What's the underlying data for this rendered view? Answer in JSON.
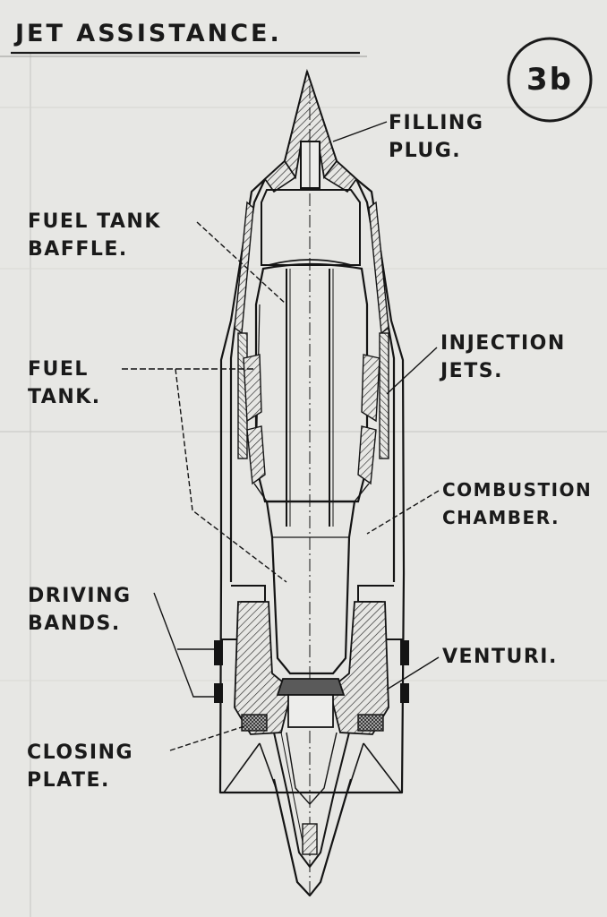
{
  "title": "JET ASSISTANCE.",
  "sheet_number": "3b",
  "labels": {
    "filling_plug": [
      "FILLING",
      "PLUG."
    ],
    "fuel_tank_baffle": [
      "FUEL TANK",
      "BAFFLE."
    ],
    "fuel_tank": [
      "FUEL",
      "TANK."
    ],
    "injection_jets": [
      "INJECTION",
      "JETS."
    ],
    "combustion_chamber": [
      "COMBUSTION",
      "CHAMBER."
    ],
    "driving_bands": [
      "DRIVING",
      "BANDS."
    ],
    "venturi": [
      "VENTURI."
    ],
    "closing_plate": [
      "CLOSING",
      "PLATE."
    ]
  },
  "colors": {
    "paper": "#e7e7e4",
    "ink": "#141414",
    "hatch": "#2a2a2a"
  }
}
